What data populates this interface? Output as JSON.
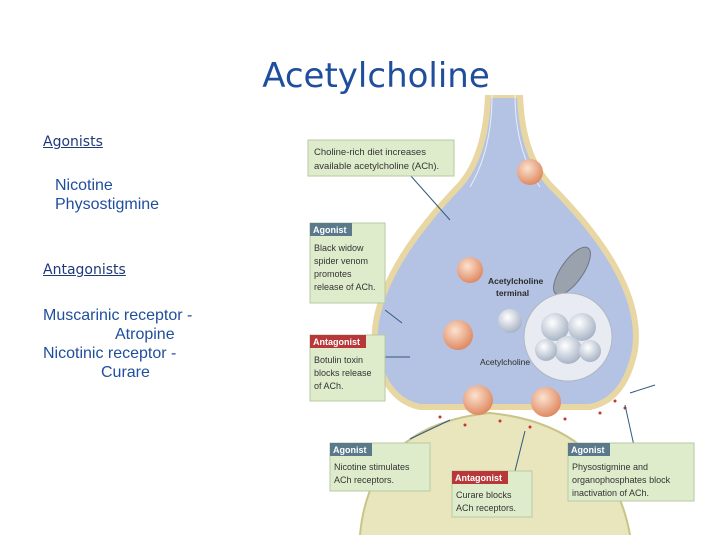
{
  "slide": {
    "title": "Acetylcholine",
    "agonists_heading": "Agonists",
    "agonists": [
      "Nicotine",
      "Physostigmine"
    ],
    "antagonists_heading": "Antagonists",
    "antagonists": [
      {
        "receptor": "Muscarinic receptor -",
        "drug": "Atropine"
      },
      {
        "receptor": "Nicotinic receptor -",
        "drug": "Curare"
      }
    ]
  },
  "diagram": {
    "note_diet": [
      "Choline-rich diet increases",
      "available acetylcholine (ACh)."
    ],
    "box1": {
      "tag": "Agonist",
      "lines": [
        "Black widow",
        "spider venom",
        "promotes",
        "release of ACh."
      ]
    },
    "box2": {
      "tag": "Antagonist",
      "lines": [
        "Botulin toxin",
        "blocks release",
        "of ACh."
      ]
    },
    "box3": {
      "tag": "Agonist",
      "lines": [
        "Nicotine stimulates",
        "ACh receptors."
      ]
    },
    "box4": {
      "tag": "Antagonist",
      "lines": [
        "Curare blocks",
        "ACh receptors."
      ]
    },
    "box5": {
      "tag": "Agonist",
      "lines": [
        "Physostigmine and",
        "organophosphates  block",
        "inactivation of ACh."
      ]
    },
    "terminal_label": [
      "Acetylcholine",
      "terminal"
    ],
    "ach_label": "Acetylcholine",
    "colors": {
      "agonist": "#5a7a8c",
      "antagonist": "#b8383a",
      "box_bg": "#dfeccb",
      "neuron": "#b4c3e3"
    }
  }
}
